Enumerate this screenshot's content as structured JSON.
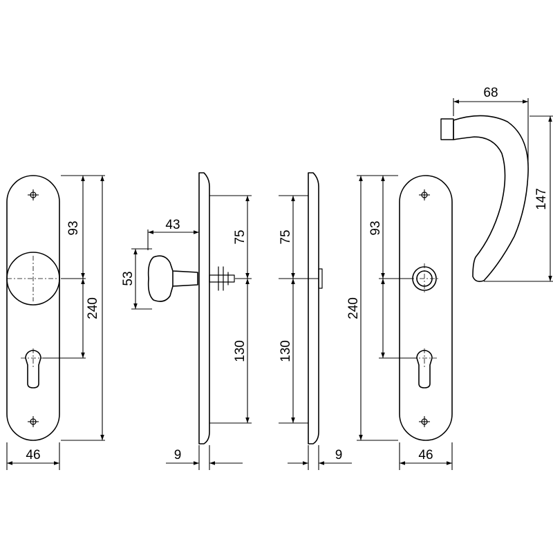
{
  "dimensions": {
    "front_knob": {
      "plate_width": "46",
      "upper_offset": "93",
      "plate_height": "240"
    },
    "side_knob": {
      "knob_projection": "43",
      "knob_diameter": "53",
      "upper_spacing": "75",
      "lower_spacing": "130",
      "plate_thickness": "9"
    },
    "side_plate": {
      "upper_spacing": "75",
      "lower_spacing": "130",
      "plate_thickness": "9"
    },
    "front_handle": {
      "plate_height": "240",
      "upper_offset": "93",
      "plate_width": "46"
    },
    "lever": {
      "projection": "68",
      "length": "147"
    }
  }
}
